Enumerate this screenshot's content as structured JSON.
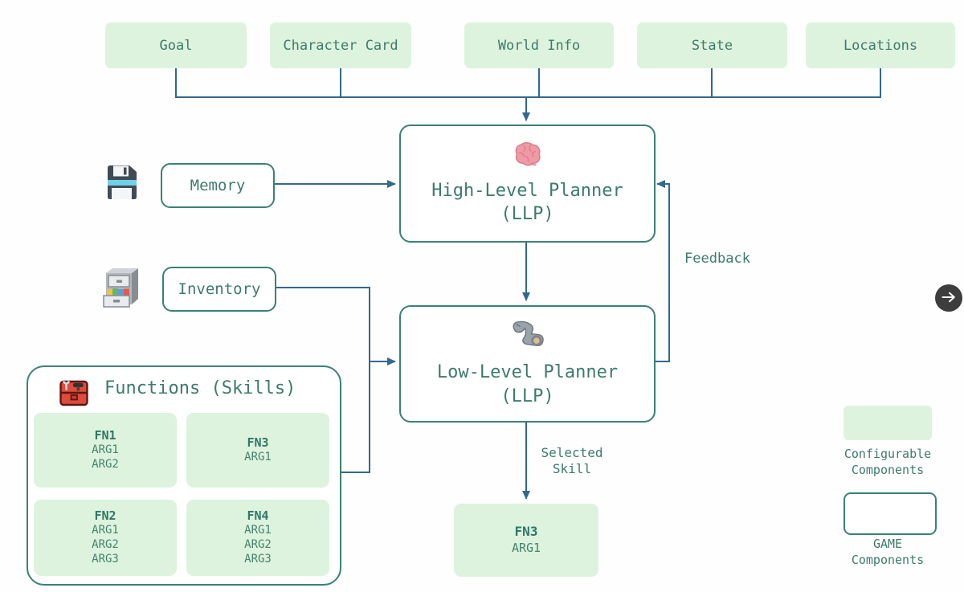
{
  "diagram": {
    "inputs": [
      {
        "label": "Goal"
      },
      {
        "label": "Character Card"
      },
      {
        "label": "World Info"
      },
      {
        "label": "State"
      },
      {
        "label": "Locations"
      }
    ],
    "high_level_planner": {
      "title": "High-Level Planner",
      "subtitle": "(LLP)",
      "icon": "brain-icon"
    },
    "low_level_planner": {
      "title": "Low-Level Planner",
      "subtitle": "(LLP)",
      "icon": "mechanical-arm-icon"
    },
    "memory": {
      "label": "Memory",
      "icon": "floppy-disk-icon"
    },
    "inventory": {
      "label": "Inventory",
      "icon": "file-cabinet-icon"
    },
    "functions": {
      "title": "Functions (Skills)",
      "icon": "toolbox-icon",
      "items": [
        {
          "name": "FN1",
          "args": [
            "ARG1",
            "ARG2"
          ]
        },
        {
          "name": "FN3",
          "args": [
            "ARG1"
          ]
        },
        {
          "name": "FN2",
          "args": [
            "ARG1",
            "ARG2",
            "ARG3"
          ]
        },
        {
          "name": "FN4",
          "args": [
            "ARG1",
            "ARG2",
            "ARG3"
          ]
        }
      ]
    },
    "edge_labels": {
      "feedback": "Feedback",
      "selected_skill": "Selected Skill"
    },
    "selected_result": {
      "name": "FN3",
      "args": [
        "ARG1"
      ]
    },
    "legend": {
      "configurable_label": "Configurable Components",
      "game_label": "GAME Components"
    },
    "carousel": {
      "next_icon": "arrow-right-icon"
    }
  },
  "colors": {
    "component_green": "#ddf3dd",
    "node_border_teal": "#3a8177",
    "text_teal": "#3c7b6c",
    "connector_blue": "#33688f",
    "next_button_bg": "#3d3d3d",
    "toolbox_red": "#dd4b3c",
    "brain_pink": "#f09aa5"
  }
}
